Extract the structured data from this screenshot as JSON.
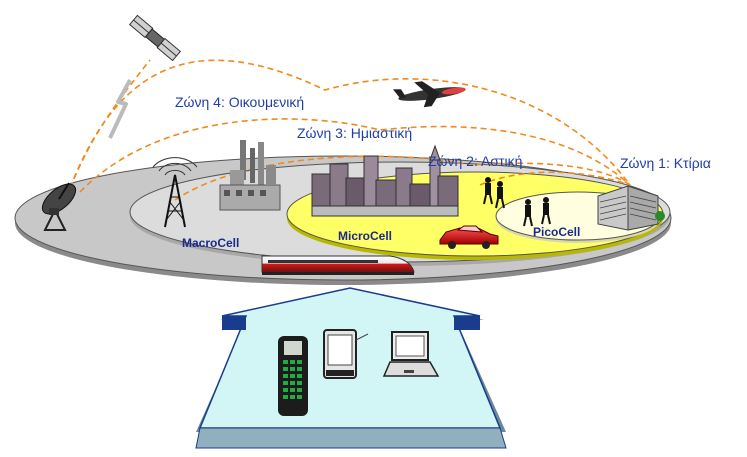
{
  "zones": [
    {
      "id": "zone-4",
      "label": "Ζώνη 4: Οικουμενική"
    },
    {
      "id": "zone-3",
      "label": "Ζώνη 3: Ημιαστική"
    },
    {
      "id": "zone-2",
      "label": "Ζώνη 2: Αστική"
    },
    {
      "id": "zone-1",
      "label": "Ζώνη 1: Κτίρια"
    }
  ],
  "cells": {
    "macro": "MacroCell",
    "micro": "MicroCell",
    "pico": "PicoCell"
  },
  "colors": {
    "outer_disc": "#c8c8c8",
    "macro_disc": "#dcdcdc",
    "micro_disc": "#ffff66",
    "pico_disc": "#ffffe0",
    "arrow_fill": "#d2f5f5",
    "arrow_stroke": "#1a3c8c",
    "dashed_link": "#f08a1c",
    "label_blue": "#1f3fa8"
  },
  "icons": [
    "satellite-icon",
    "lightning-icon",
    "airplane-icon",
    "satellite-dish-icon",
    "cell-tower-icon",
    "industrial-plant-icon",
    "city-skyline-icon",
    "pedestrians-icon",
    "car-icon",
    "office-building-icon",
    "train-icon",
    "mobile-phone-icon",
    "pda-icon",
    "laptop-icon"
  ]
}
